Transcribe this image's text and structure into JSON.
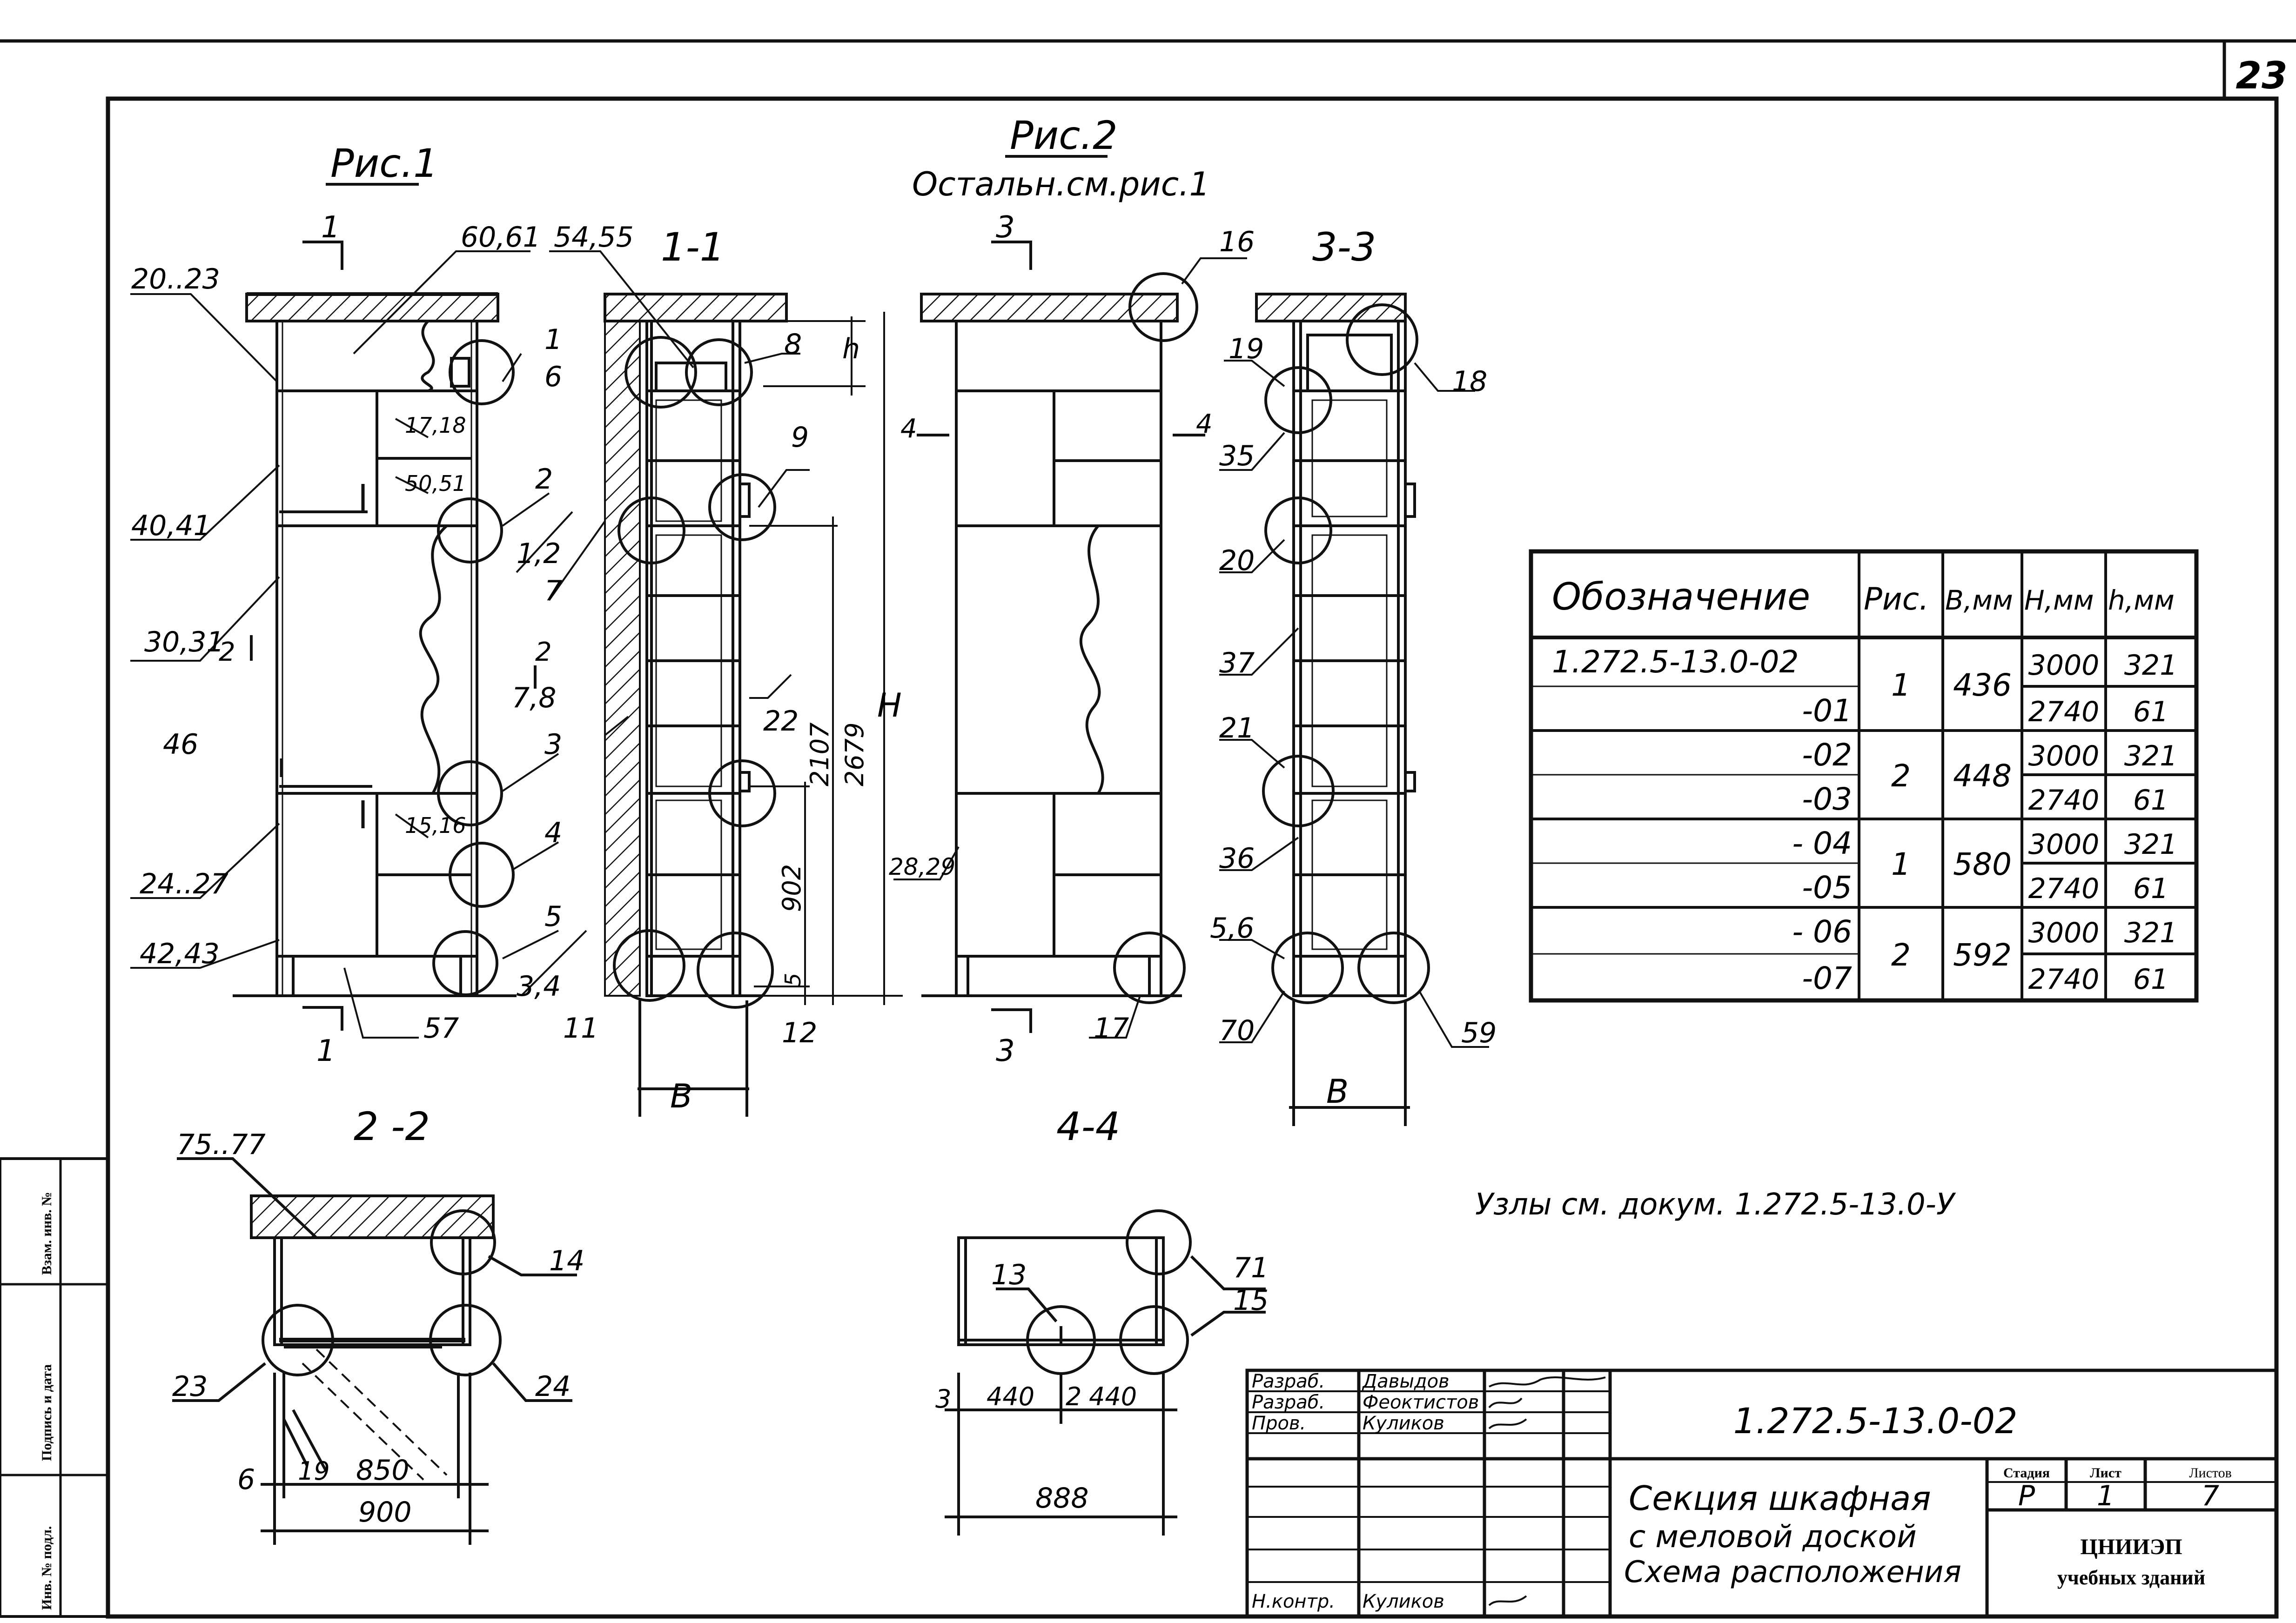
{
  "sheet_number": "23",
  "fig1": {
    "title": "Рис.1"
  },
  "fig2": {
    "title": "Рис.2",
    "note": "Остальн.см.рис.1"
  },
  "sections": {
    "s11": "1-1",
    "s33": "3-3",
    "s22": "2 -2",
    "s44": "4-4"
  },
  "cut_marks": {
    "a": "1",
    "b": "1",
    "c": "2",
    "d": "2",
    "e": "3",
    "f": "3",
    "g": "4",
    "h": "4"
  },
  "fig1_labels": {
    "l20_23": "20..23",
    "l60_61": "60,61",
    "l54_55": "54,55",
    "l1": "1",
    "l6": "6",
    "l17_18": "17,18",
    "l50_51": "50,51",
    "l40_41": "40,41",
    "l2": "2",
    "l1_2": "1,2",
    "l7": "7",
    "l30_31": "30,31",
    "l46": "46",
    "l7_8": "7,8",
    "l3": "3",
    "l15_16": "15,16",
    "l24_27": "24..27",
    "l4": "4",
    "l42_43": "42,43",
    "l5": "5",
    "l3_4": "3,4",
    "l57": "57",
    "l11": "11",
    "l12": "12",
    "l8": "8",
    "l9": "9",
    "l22": "22",
    "B1": "B"
  },
  "dims": {
    "h": "h",
    "H": "H",
    "d2107": "2107",
    "d2679": "2679",
    "d902": "902",
    "d5": "5"
  },
  "fig2_labels": {
    "l16": "16",
    "l18": "18",
    "l19": "19",
    "l35": "35",
    "l20": "20",
    "l37": "37",
    "l21": "21",
    "l36": "36",
    "l5_6": "5,6",
    "l70": "70",
    "l59": "59",
    "l28_29": "28,29",
    "l17": "17",
    "B2": "B"
  },
  "plan_labels": {
    "l75_77": "75..77",
    "l14": "14",
    "l23": "23",
    "l24": "24",
    "l6": "6",
    "l19": "19",
    "d850": "850",
    "d900": "900",
    "l13": "13",
    "l71": "71",
    "l15": "15",
    "d3": "3",
    "d440a": "440",
    "d2": "2",
    "d440b": "440",
    "d888": "888"
  },
  "table": {
    "headers": [
      "Обозначение",
      "Рис.",
      "B,мм",
      "H,мм",
      "h,мм"
    ],
    "rows": [
      {
        "code": "1.272.5-13.0-02",
        "fig": "1",
        "b": "436",
        "h1": "3000",
        "h2": "321"
      },
      {
        "code": "-01",
        "h1": "2740",
        "h2": "61"
      },
      {
        "code": "-02",
        "fig": "2",
        "b": "448",
        "h1": "3000",
        "h2": "321"
      },
      {
        "code": "-03",
        "h1": "2740",
        "h2": "61"
      },
      {
        "code": "- 04",
        "fig": "1",
        "b": "580",
        "h1": "3000",
        "h2": "321"
      },
      {
        "code": "-05",
        "h1": "2740",
        "h2": "61"
      },
      {
        "code": "- 06",
        "fig": "2",
        "b": "592",
        "h1": "3000",
        "h2": "321"
      },
      {
        "code": "-07",
        "h1": "2740",
        "h2": "61"
      }
    ]
  },
  "nodes_note": "Узлы см. докум. 1.272.5-13.0-У",
  "side_stamp": {
    "a": "Взам. инв. №",
    "b": "Подпись и дата",
    "c": "Инв. № подл."
  },
  "title_block": {
    "roles": [
      "Разраб.",
      "Разраб.",
      "Пров.",
      "Н.контр."
    ],
    "names": [
      "Давыдов",
      "Феоктистов",
      "Куликов",
      "Куликов"
    ],
    "doc_code": "1.272.5-13.0-02",
    "title_lines": [
      "Секция шкафная",
      "с меловой доской",
      "Схема расположения"
    ],
    "stage_label": "Стадия",
    "sheet_label": "Лист",
    "sheets_label": "Листов",
    "stage": "Р",
    "sheet": "1",
    "sheets": "7",
    "org_line1": "ЦНИИЭП",
    "org_line2": "учебных зданий"
  }
}
